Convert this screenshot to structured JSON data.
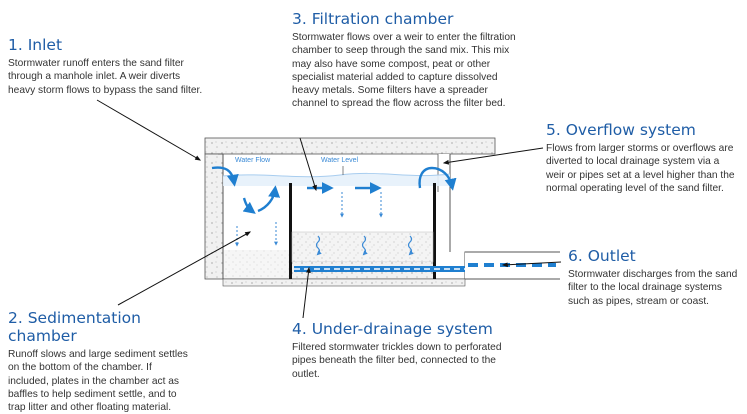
{
  "sections": [
    {
      "id": "inlet",
      "title": "1. Inlet",
      "text": "Stormwater runoff enters the sand filter through a manhole inlet.  A weir diverts heavy storm flows to bypass the sand filter."
    },
    {
      "id": "filtration",
      "title": "3. Filtration chamber",
      "text": "Stormwater flows over a weir to enter the filtration chamber to seep through the sand mix.  This mix may also have some compost, peat or other specialist material added to capture dissolved heavy metals. Some filters have a spreader channel to spread the flow across the filter bed."
    },
    {
      "id": "overflow",
      "title": "5. Overflow system",
      "text": "Flows from larger storms or overflows are diverted to local drainage system via a weir or pipes set at a level higher than the normal operating level of the sand filter."
    },
    {
      "id": "outlet",
      "title": "6. Outlet",
      "text": "Stormwater discharges from the sand filter to the local drainage systems such as pipes, stream or coast."
    },
    {
      "id": "sedimentation",
      "title": "2. Sedimentation chamber",
      "text": "Runoff slows and large sediment settles on the bottom of the chamber. If included, plates in the chamber act as baffles to help sediment settle, and to trap litter and other floating material."
    },
    {
      "id": "underdrainage",
      "title": "4. Under-drainage system",
      "text": "Filtered stormwater trickles down to perforated pipes beneath the filter bed, connected to the outlet."
    }
  ],
  "diagram": {
    "water_flow_label": "Water Flow",
    "water_level_label": "Water Level"
  },
  "colors": {
    "heading": "#1f5da6",
    "arrow": "#1f7fd0",
    "water": "#e6f1fb"
  }
}
